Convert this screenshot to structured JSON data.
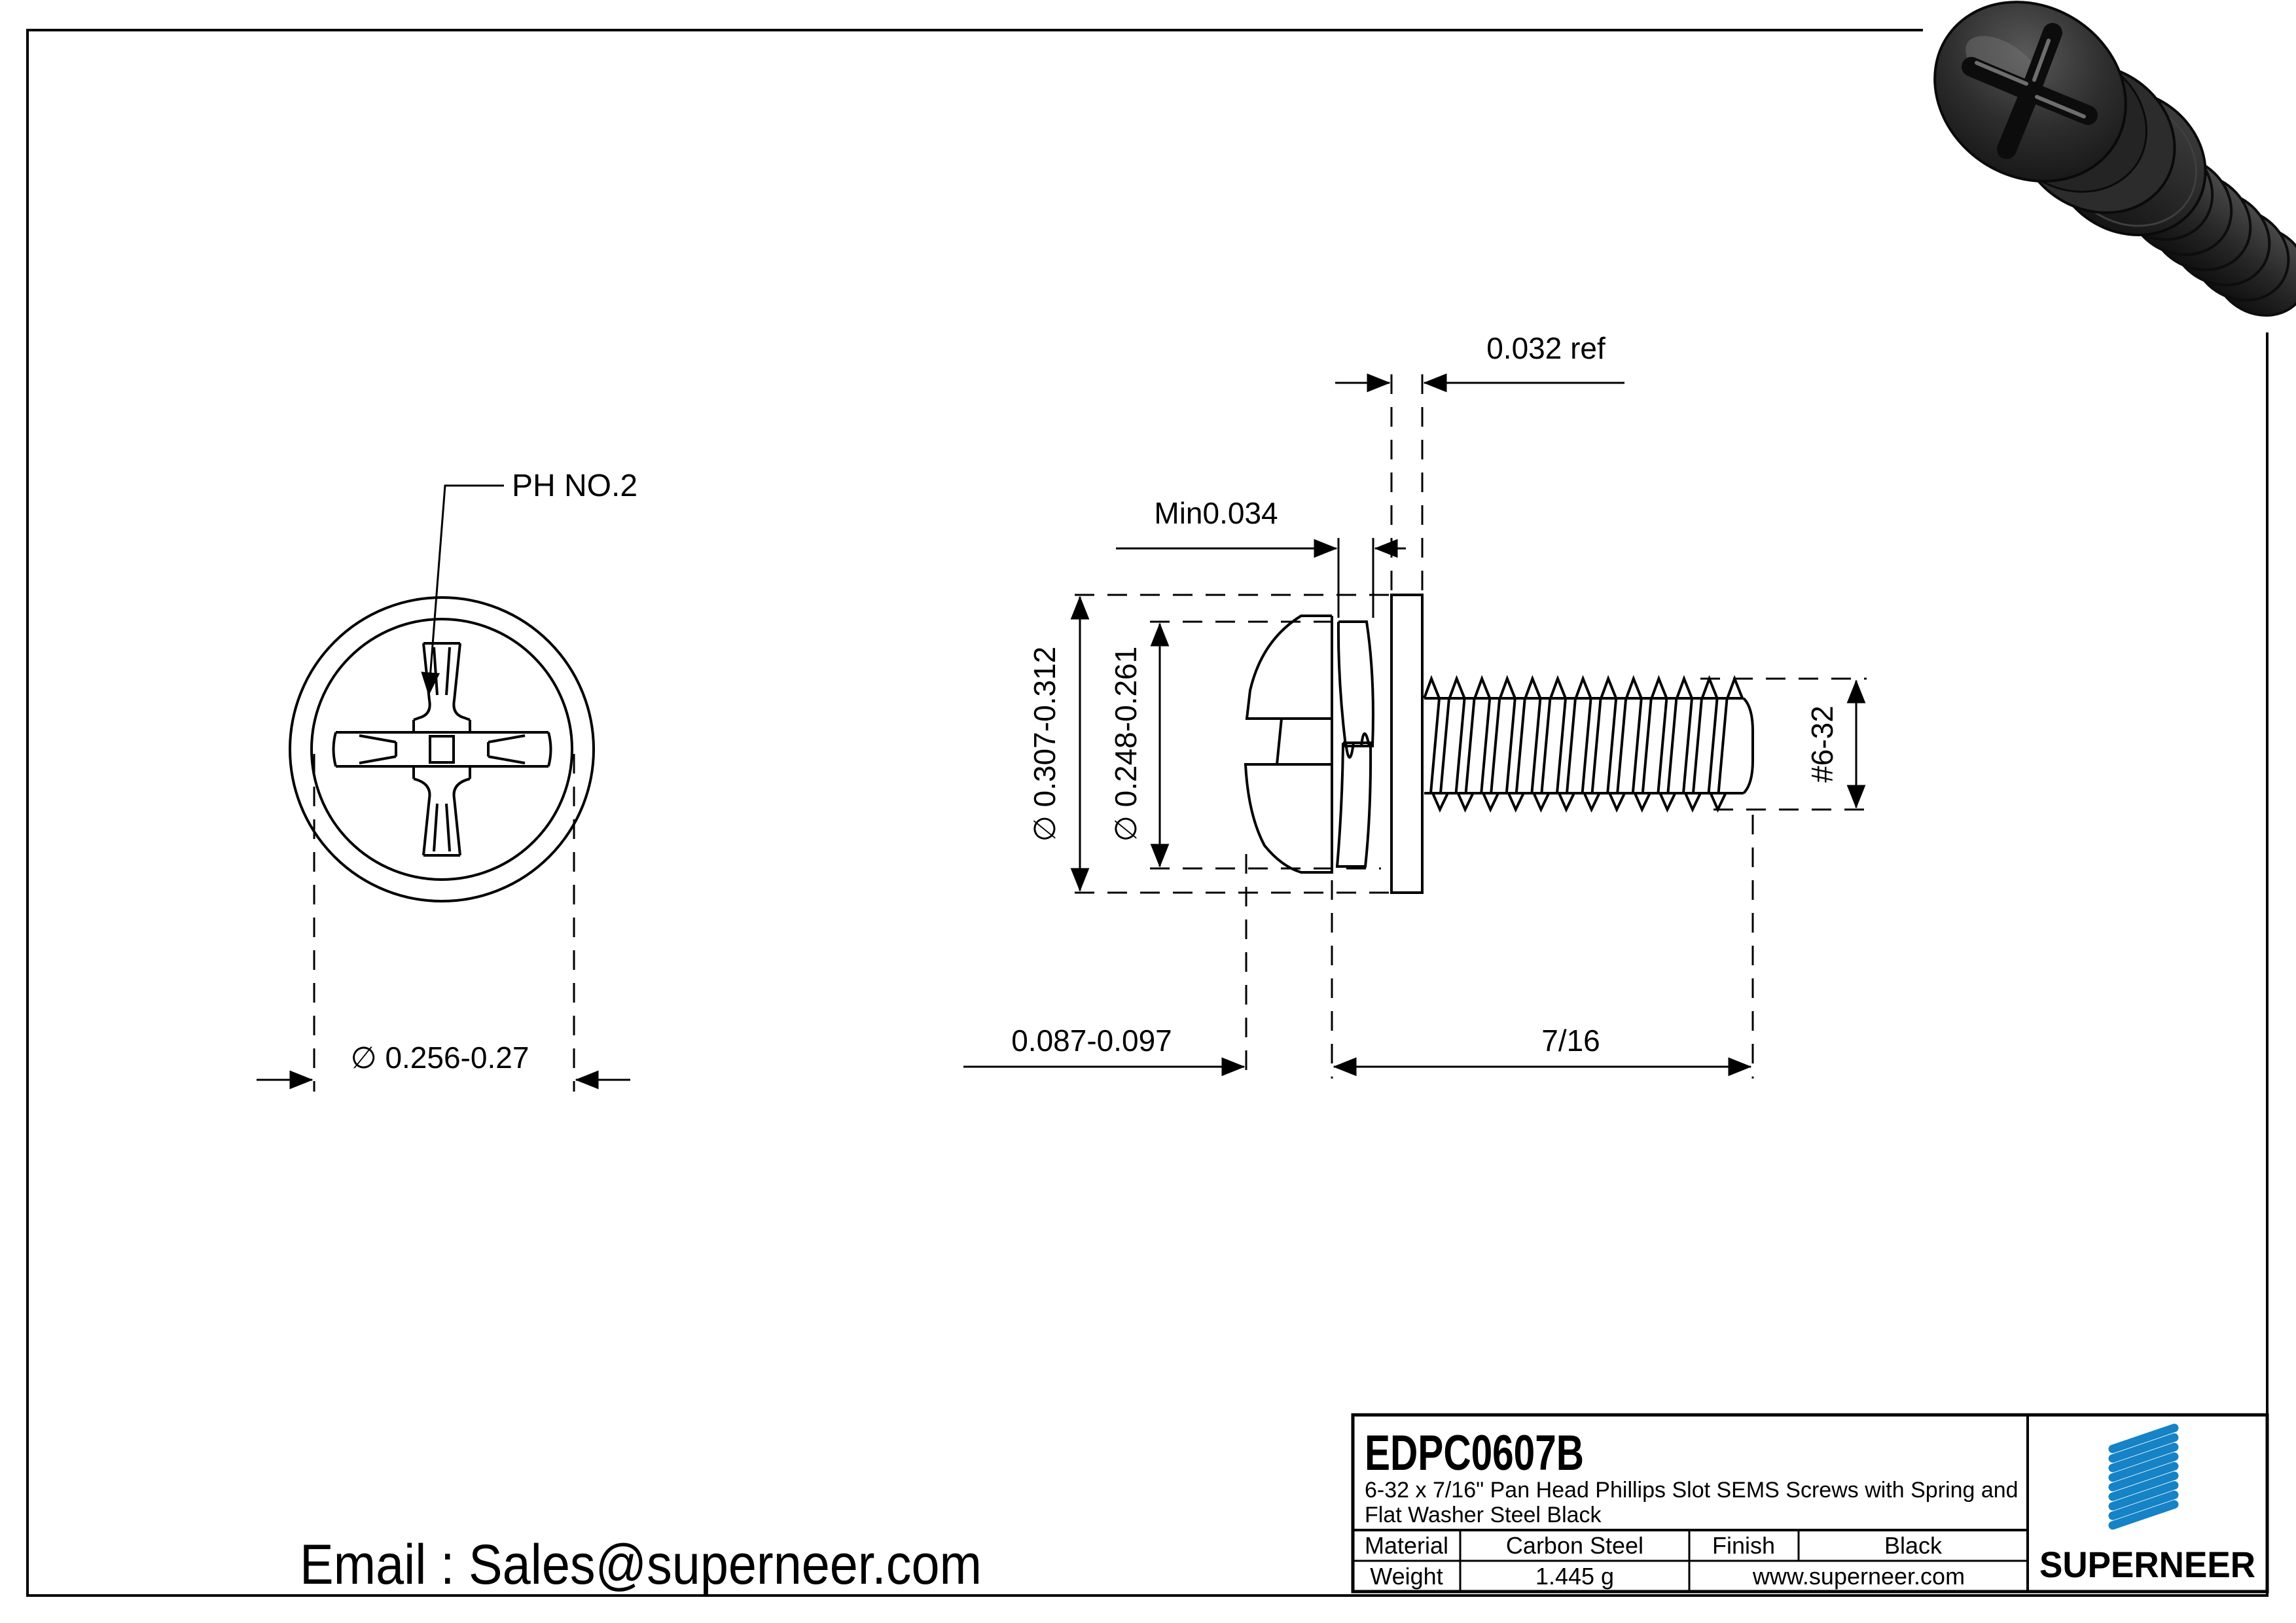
{
  "drawing": {
    "callout_ph": "PH NO.2",
    "front_head_dia": "∅ 0.256-0.27",
    "washer_od": "∅ 0.307-0.312",
    "spring_od": "∅ 0.248-0.261",
    "flat_washer_thickness": "0.032 ref",
    "spring_min_thickness": "Min0.034",
    "head_height": "0.087-0.097",
    "thread_length": "7/16",
    "thread_spec": "#6-32"
  },
  "footer": {
    "email": "Email : Sales@superneer.com"
  },
  "title_block": {
    "part_number": "EDPC0607B",
    "description_line1": "6-32 x 7/16\" Pan Head Phillips Slot SEMS Screws with Spring and",
    "description_line2": "Flat Washer Steel Black",
    "material_label": "Material",
    "material_value": "Carbon Steel",
    "finish_label": "Finish",
    "finish_value": "Black",
    "weight_label": "Weight",
    "weight_value": "1.445 g",
    "website": "www.superneer.com",
    "brand": "SUPERNEER",
    "brand_color": "#1583c5",
    "link_color": "#1e88cc"
  }
}
